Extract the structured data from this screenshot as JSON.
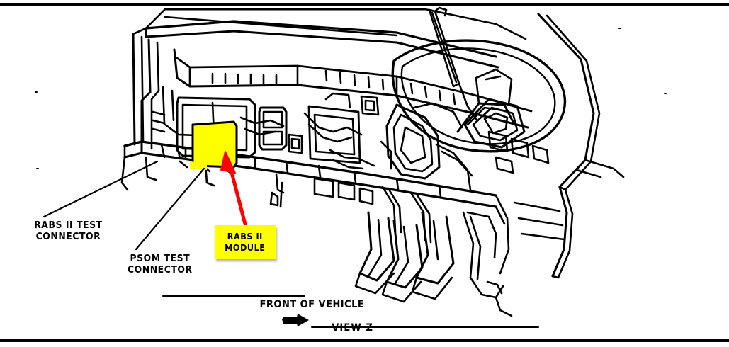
{
  "diagram": {
    "title_labels": {
      "front_of_vehicle": "FRONT OF VEHICLE",
      "view_z": "VIEW Z"
    },
    "callouts": [
      {
        "id": "rabs-test-connector",
        "line1": "RABS II TEST",
        "line2": "CONNECTOR"
      },
      {
        "id": "psom-test-connector",
        "line1": "PSOM TEST",
        "line2": "CONNECTOR"
      }
    ],
    "highlight_box": {
      "line1": "RABS II",
      "line2": "MODULE",
      "fill_color": "#ffff00",
      "text_color": "#000000"
    },
    "highlight_component": {
      "name": "rabs-ii-module-location",
      "fill_color": "#ffff00"
    },
    "pointer_arrow": {
      "color": "#ff0000"
    },
    "line_art_color": "#000000",
    "background_color": "#ffffff"
  }
}
